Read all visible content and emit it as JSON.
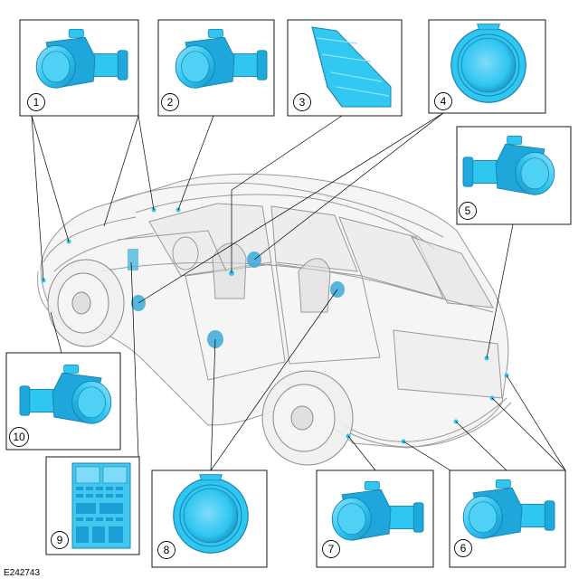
{
  "figure_id": "E242743",
  "callouts": [
    "1",
    "2",
    "3",
    "4",
    "5",
    "6",
    "7",
    "8",
    "9",
    "10"
  ],
  "colors": {
    "part_cyan": "#2fc6f2",
    "part_dark": "#1494c8",
    "part_light": "#8fe3fb",
    "vehicle_line": "#9a9a9a",
    "leader_line": "#000000"
  }
}
